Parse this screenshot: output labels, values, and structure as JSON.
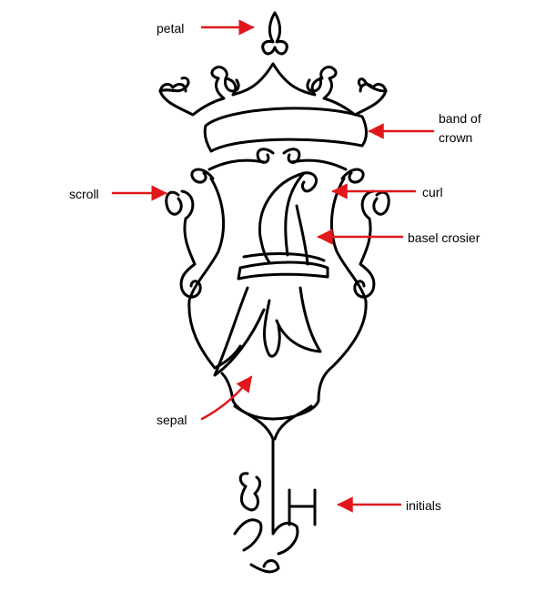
{
  "diagram": {
    "accent_color": "#e0181b",
    "ink_color": "#000000",
    "labels": [
      {
        "id": "petal",
        "text": "petal"
      },
      {
        "id": "band",
        "text": "band of crown"
      },
      {
        "id": "scroll",
        "text": "scroll"
      },
      {
        "id": "curl",
        "text": "curl"
      },
      {
        "id": "crosier",
        "text": "basel crosier"
      },
      {
        "id": "sepal",
        "text": "sepal"
      },
      {
        "id": "initials",
        "text": "initials"
      }
    ],
    "initial_letter": "H"
  }
}
